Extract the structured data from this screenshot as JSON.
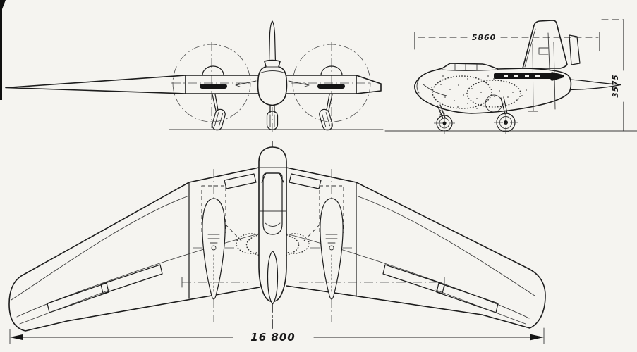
{
  "meta": {
    "description": "Scanned three-view general arrangement line drawing of a twin-pusher-propeller flying-wing aircraft",
    "views": {
      "front": "front-view",
      "side": "side-view",
      "plan": "plan-view"
    }
  },
  "colors": {
    "paper": "#f5f4f0",
    "ink": "#1c1c1c",
    "light_ink": "#4a4a4a"
  },
  "dimensions": {
    "fuselage_length_mm": "5860",
    "overall_height_mm": "3575",
    "wingspan_mm": "16 800"
  }
}
